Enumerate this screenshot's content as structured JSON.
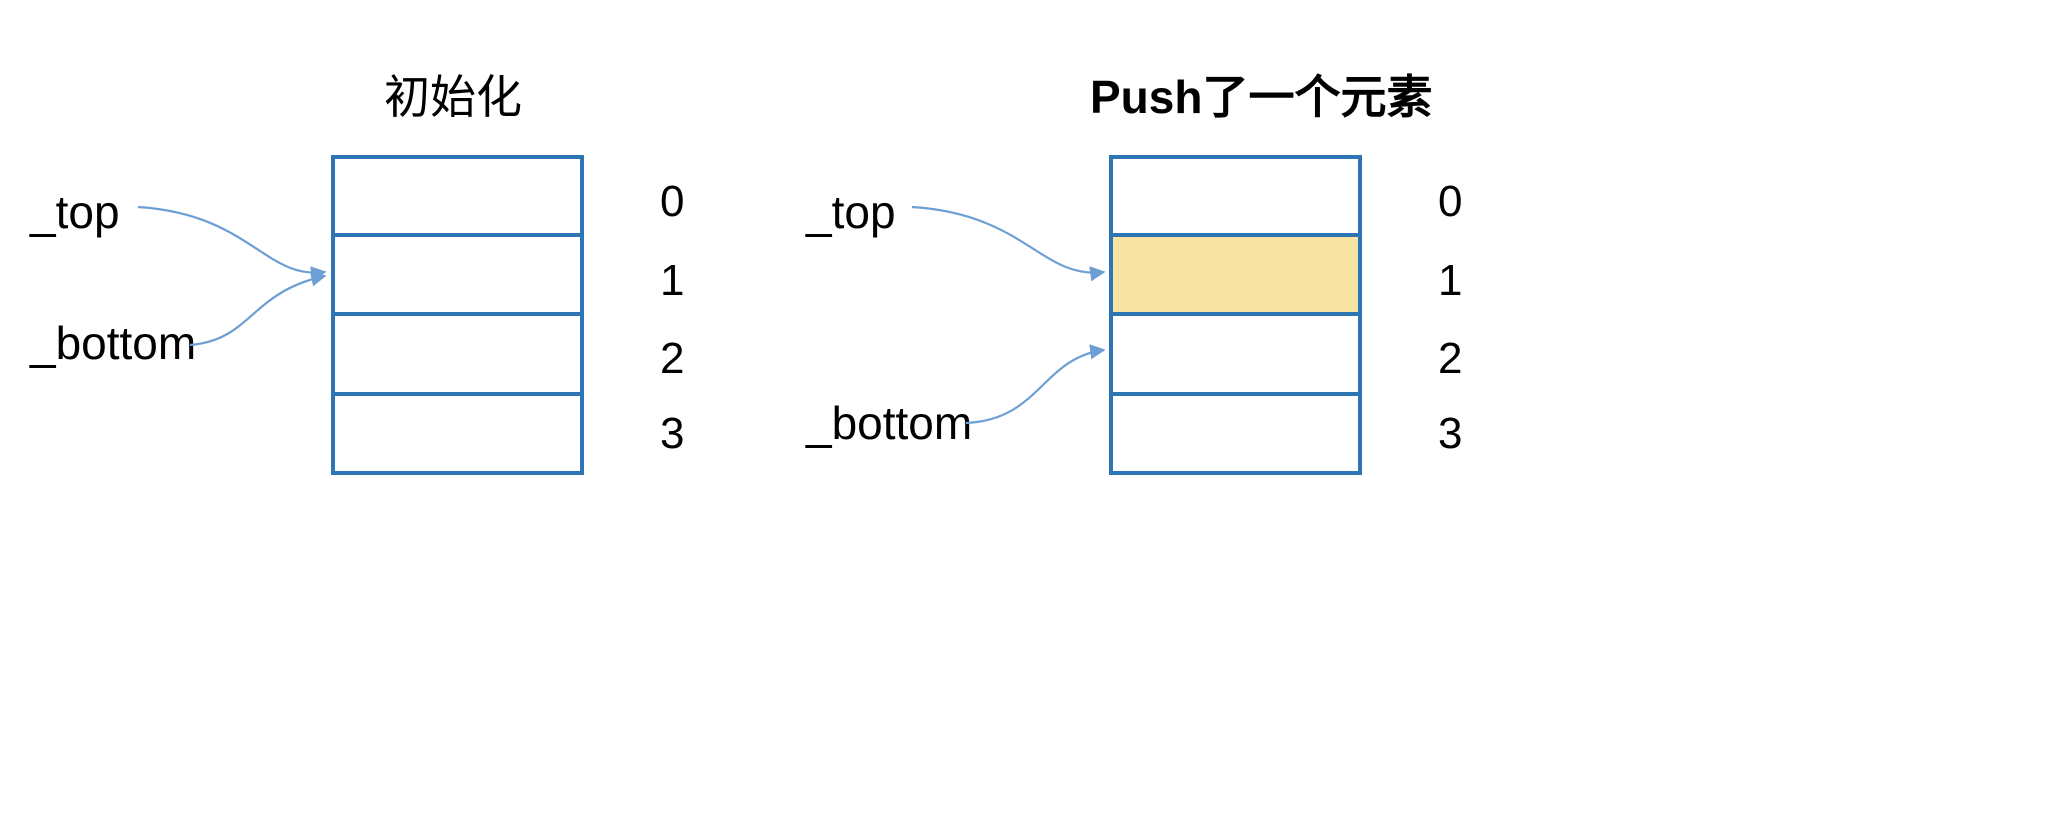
{
  "figure": {
    "type": "diagram",
    "subject": "stack-data-structure",
    "background_color": "#FFFFFF",
    "border_color": "#2E75B6",
    "highlight_color": "#F8E3A3",
    "connector_color": "#5B9BD5"
  },
  "panels": [
    {
      "id": "init",
      "title": "初始化",
      "title_bold": false,
      "pointers": [
        {
          "name": "_top",
          "label": "_top",
          "target_index_boundary": "0/1"
        },
        {
          "name": "_bottom",
          "label": "_bottom",
          "target_index_boundary": "0/1"
        }
      ],
      "cells": [
        {
          "index": "0",
          "value": "",
          "filled": false
        },
        {
          "index": "1",
          "value": "",
          "filled": false
        },
        {
          "index": "2",
          "value": "",
          "filled": false
        },
        {
          "index": "3",
          "value": "",
          "filled": false
        }
      ]
    },
    {
      "id": "push",
      "title": "Push了一个元素",
      "title_bold": true,
      "pointers": [
        {
          "name": "_top",
          "label": "_top",
          "target_index_boundary": "0/1"
        },
        {
          "name": "_bottom",
          "label": "_bottom",
          "target_index_boundary": "1/2"
        }
      ],
      "cells": [
        {
          "index": "0",
          "value": "",
          "filled": false
        },
        {
          "index": "1",
          "value": "",
          "filled": true
        },
        {
          "index": "2",
          "value": "",
          "filled": false
        },
        {
          "index": "3",
          "value": "",
          "filled": false
        }
      ]
    }
  ]
}
